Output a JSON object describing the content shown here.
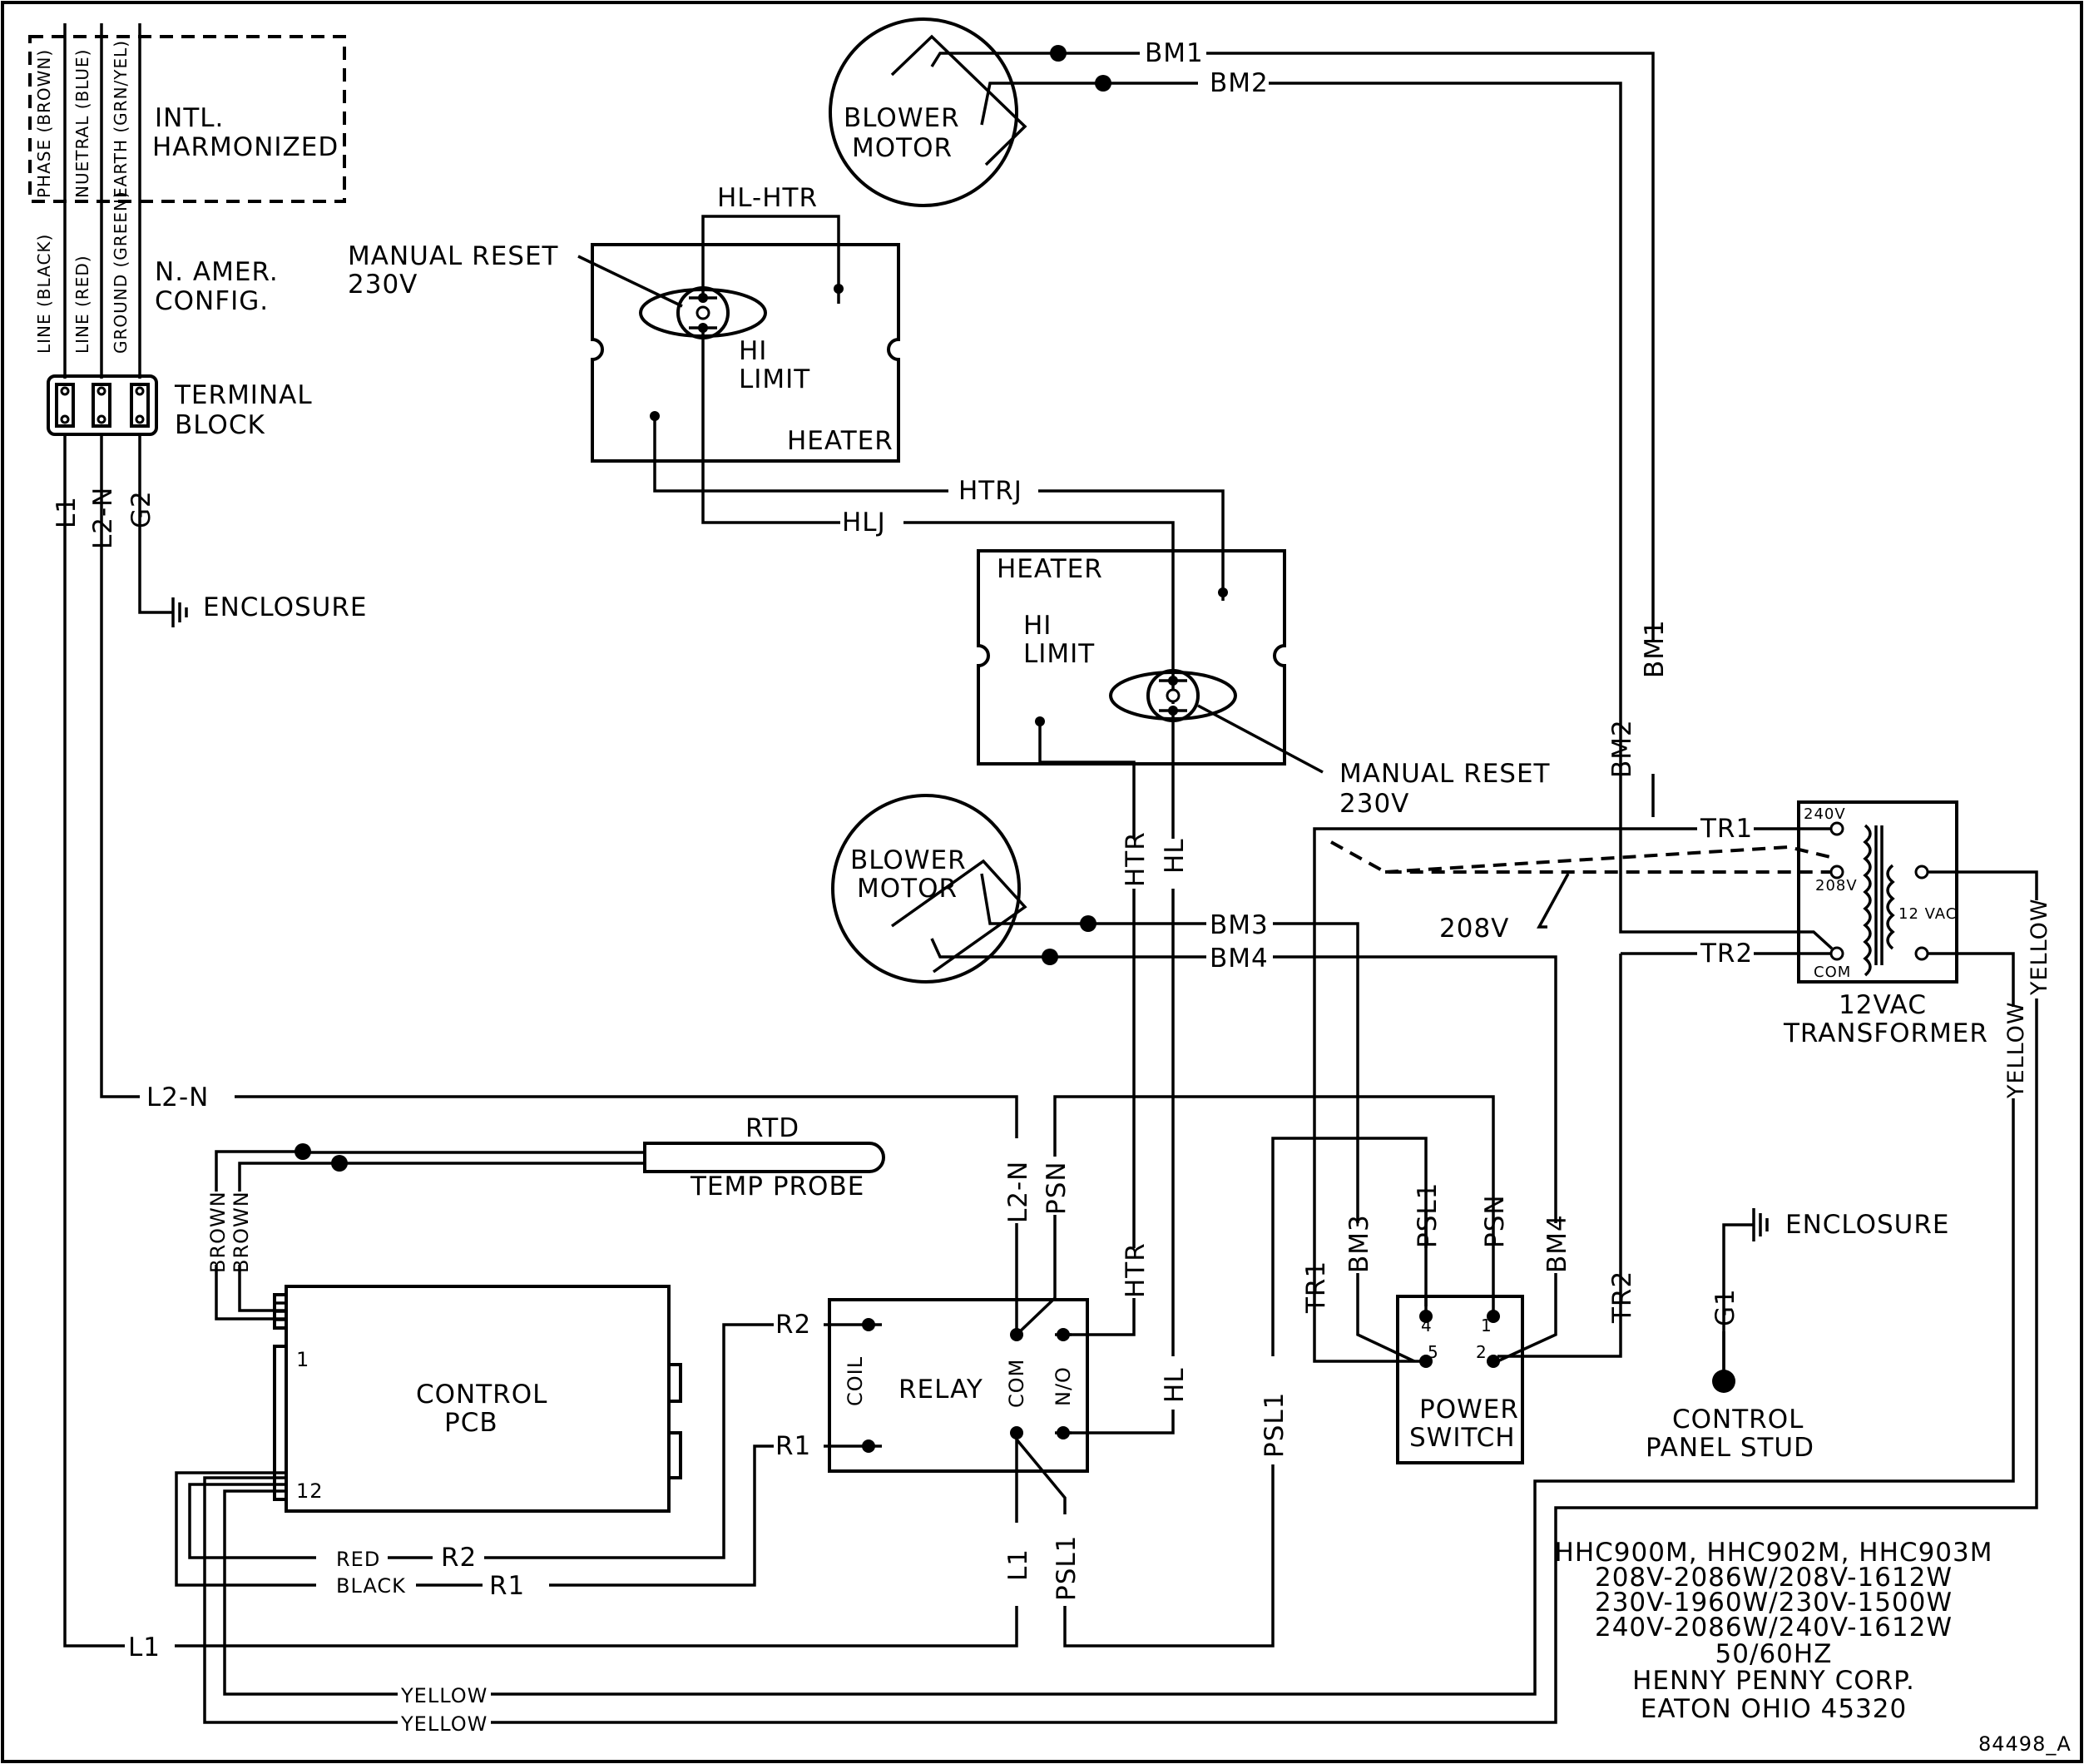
{
  "wire_labels": {
    "phase": "PHASE (BROWN)",
    "neutral_intl": "NUETRAL (BLUE)",
    "earth": "EARTH (GRN/YEL)",
    "line_black": "LINE (BLACK)",
    "line_red": "LINE (RED)",
    "ground_green": "GROUND (GREEN)",
    "intl": "INTL.",
    "harmonized": "HARMONIZED",
    "n_amer": "N. AMER.",
    "config": "CONFIG.",
    "terminal": "TERMINAL",
    "block": "BLOCK",
    "l1": "L1",
    "l2n": "L2-N",
    "g2": "G2",
    "enclosure": "ENCLOSURE",
    "l2n_h": "L2-N",
    "l1_h": "L1",
    "brown": "BROWN",
    "yellow": "YELLOW",
    "red": "RED",
    "black": "BLACK",
    "r1": "R1",
    "r2": "R2",
    "psn": "PSN",
    "psl1": "PSL1",
    "htr": "HTR",
    "hl": "HL",
    "htrj": "HTRJ",
    "hlj": "HLJ",
    "hl_htr": "HL-HTR",
    "bm1": "BM1",
    "bm2": "BM2",
    "bm3": "BM3",
    "bm4": "BM4",
    "tr1": "TR1",
    "tr2": "TR2",
    "g1": "G1",
    "v208": "208V"
  },
  "components": {
    "blower_motor_1": "BLOWER",
    "blower_motor_2": "MOTOR",
    "heater": "HEATER",
    "hi": "HI",
    "limit": "LIMIT",
    "manual_reset": "MANUAL RESET",
    "v230": "230V",
    "rtd": "RTD",
    "temp_probe": "TEMP PROBE",
    "control": "CONTROL",
    "pcb": "PCB",
    "pin_1": "1",
    "pin_12": "12",
    "relay": "RELAY",
    "coil": "COIL",
    "com": "COM",
    "no": "N/O",
    "power": "POWER",
    "switch": "SWITCH",
    "sw_4": "4",
    "sw_1": "1",
    "sw_5": "5",
    "sw_2": "2",
    "tx_240": "240V",
    "tx_208": "208V",
    "tx_com": "COM",
    "tx_12": "12 VAC",
    "transformer_1": "12VAC",
    "transformer_2": "TRANSFORMER",
    "control_panel_stud_1": "CONTROL",
    "control_panel_stud_2": "PANEL STUD"
  },
  "info": {
    "models": "HHC900M, HHC902M, HHC903M",
    "rating_208": "208V-2086W/208V-1612W",
    "rating_230": "230V-1960W/230V-1500W",
    "rating_240": "240V-2086W/240V-1612W",
    "frequency": "50/60HZ",
    "company": "HENNY PENNY CORP.",
    "address": "EATON OHIO 45320",
    "drawing_number": "84498_A"
  }
}
